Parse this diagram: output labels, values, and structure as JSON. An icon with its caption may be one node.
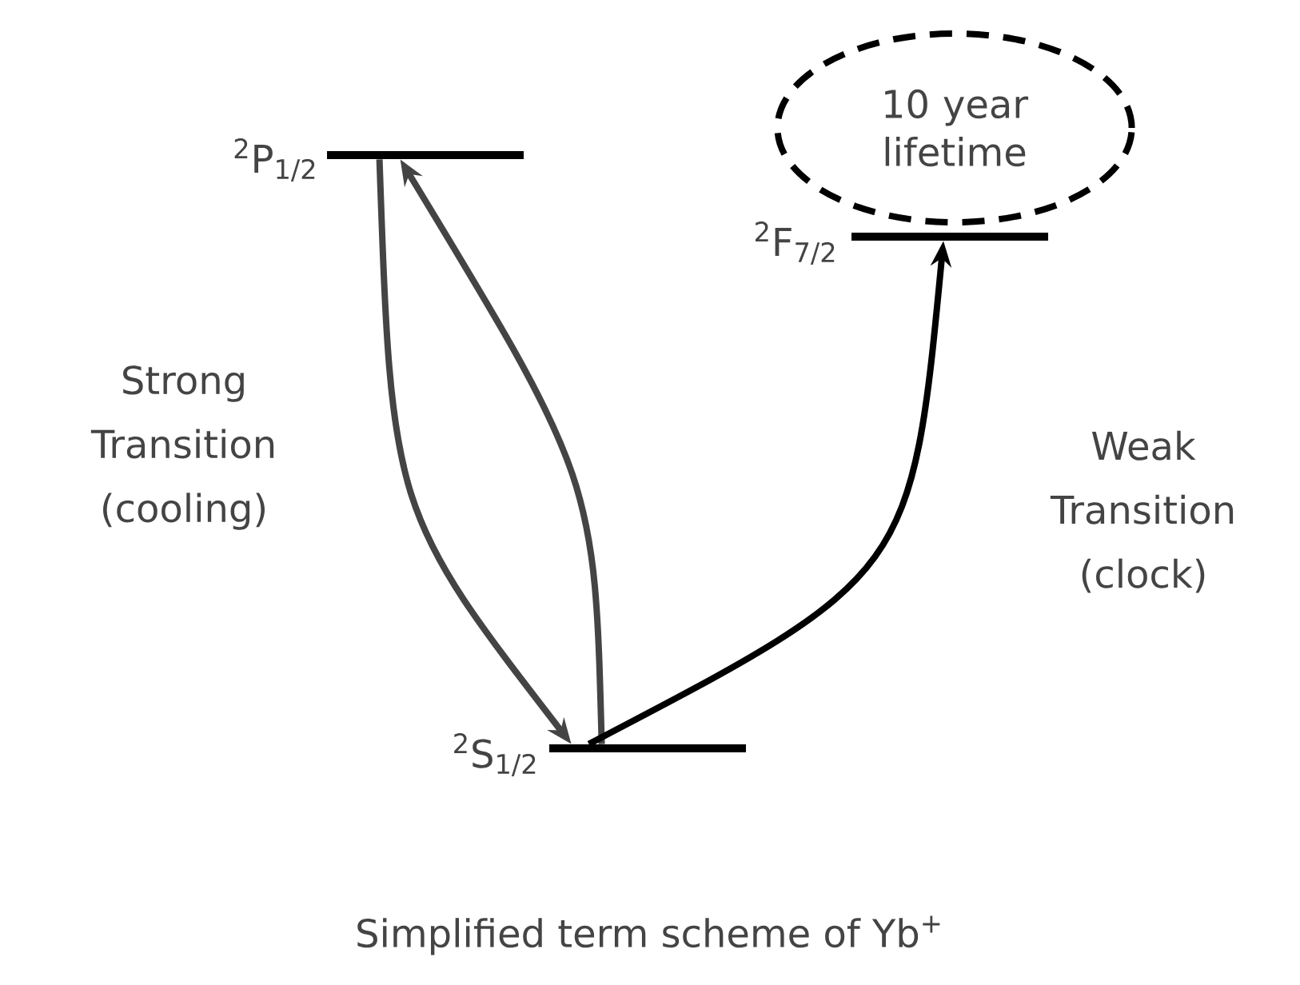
{
  "diagram": {
    "caption": "Simplified term scheme of Yb$^{+}$",
    "nodes": [
      {
        "text": [],
        "shape": "bar",
        "beside": [
          "$^{2}$P$_{1/2}$"
        ]
      },
      {
        "text": [],
        "shape": "bar",
        "beside": [
          "$^{2}$F$_{7/2}$"
        ]
      },
      {
        "text": [],
        "shape": "bar",
        "beside": [
          "$^{2}$S$_{1/2}$"
        ]
      },
      {
        "text": [
          "10 year lifetime"
        ]
      }
    ],
    "edges": [
      {
        "from": 0,
        "to": 2,
        "arrow": "to"
      },
      {
        "from": 2,
        "to": 0,
        "arrow": "to"
      },
      {
        "from": 2,
        "to": 1,
        "arrow": "to",
        "color": "#000000"
      }
    ],
    "labels": [
      "Strong Transition (cooling)",
      "Weak Transition (clock)"
    ]
  }
}
